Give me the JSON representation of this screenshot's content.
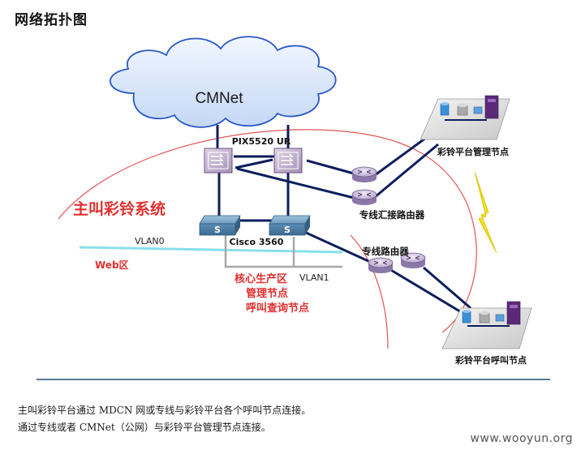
{
  "page": {
    "title": "网络拓扑图",
    "watermark": "www.wooyun.org"
  },
  "diagram": {
    "cloud_label": "CMNet",
    "firewall_label": "PIX5520 UR",
    "core_switch_label": "Cisco 3560",
    "switch_symbol": "S",
    "vlan0_label": "VLAN0",
    "vlan1_label": "VLAN1",
    "web_zone_label": "Web区",
    "main_system_label": "主叫彩铃系统",
    "core_zone_lines": [
      "核心生产区",
      "管理节点",
      "呼叫查询节点"
    ],
    "aggregation_router_label": "专线汇接路由器",
    "leased_router_label": "专线路由器",
    "mgmt_node_label": "彩铃平台管理节点",
    "call_node_label": "彩铃平台呼叫节点"
  },
  "captions": [
    "主叫彩铃平台通过 MDCN 网或专线与彩铃平台各个呼叫节点连接。",
    "通过专线或者 CMNet（公网）与彩铃平台管理节点连接。"
  ],
  "colors": {
    "link": "#0d1e5c",
    "red_text": "#e03030",
    "red_curve": "#e05555",
    "vlan0_line": "#88e0e8",
    "vlan1_line": "#a8a8a8",
    "cloud_fill": "#d8e6fb",
    "lightning": "#f0e020"
  },
  "icons": {
    "cloud": "cloud-icon",
    "firewall": "firewall-icon",
    "switch": "switch-icon",
    "router": "router-icon",
    "platform": "server-platform-icon",
    "lightning": "lightning-icon"
  }
}
